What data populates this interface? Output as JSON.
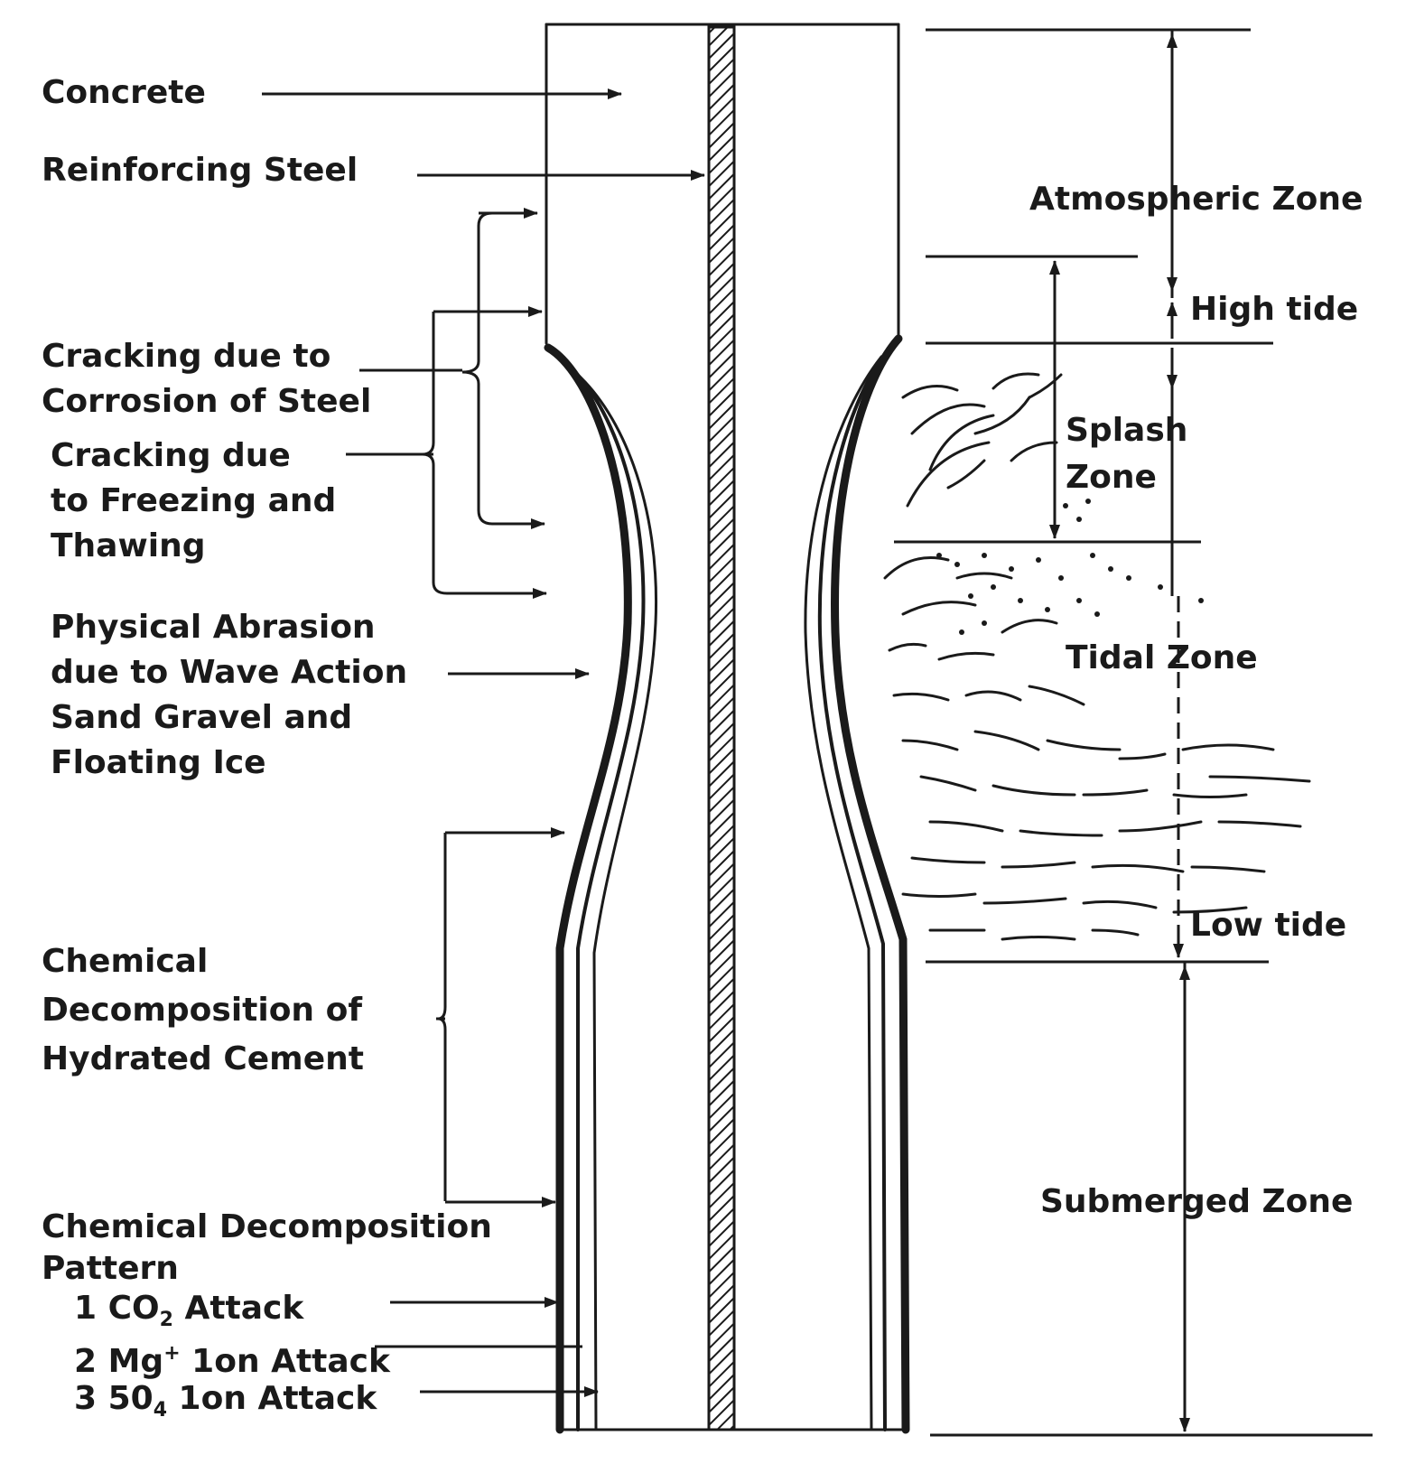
{
  "labels": {
    "concrete": "Concrete",
    "reinforcing_steel": "Reinforcing Steel",
    "cracking_corrosion": [
      "Cracking due to",
      "Corrosion of Steel"
    ],
    "cracking_freezing": [
      "Cracking due",
      "to Freezing and",
      "Thawing"
    ],
    "abrasion": [
      "Physical Abrasion",
      "due to Wave Action",
      "Sand Gravel and",
      "Floating Ice"
    ],
    "chemical_decomposition": [
      "Chemical",
      "Decomposition of",
      "Hydrated Cement"
    ],
    "pattern": [
      "Chemical Decomposition",
      "Pattern"
    ],
    "attack1": {
      "prefix": "1 CO",
      "sub": "2",
      "suffix": " Attack"
    },
    "attack2": {
      "prefix": "2 Mg",
      "sup": "+",
      "suffix": " 1on Attack"
    },
    "attack3": {
      "prefix": "3 50",
      "sub": "4",
      "suffix": " 1on Attack"
    }
  },
  "zones": {
    "atmospheric": "Atmospheric Zone",
    "high_tide": "High tide",
    "splash": [
      "Splash",
      "Zone"
    ],
    "tidal": "Tidal Zone",
    "low_tide": "Low tide",
    "submerged": "Submerged Zone"
  },
  "colors": {
    "ink": "#1a1a1a",
    "background": "#ffffff"
  }
}
